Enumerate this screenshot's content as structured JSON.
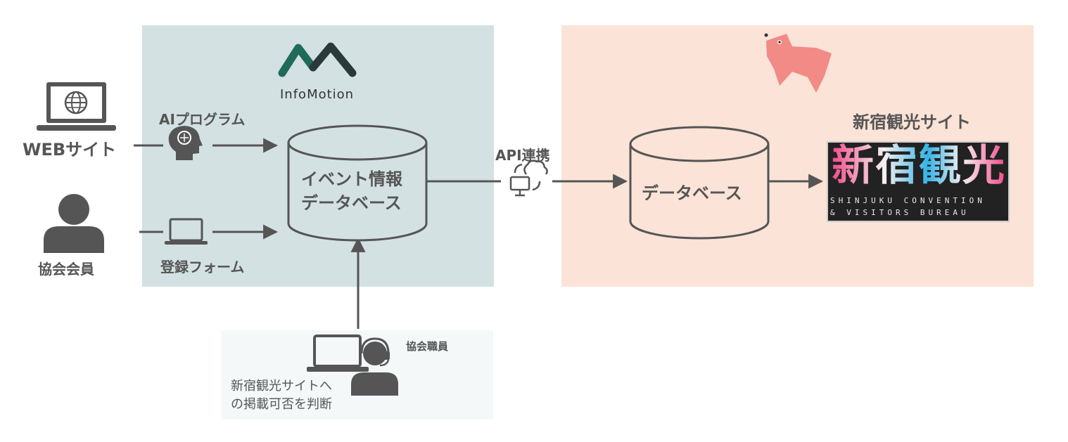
{
  "logo": {
    "brand": "InfoMotion"
  },
  "sources": {
    "website": "WEBサイト",
    "member": "協会会員",
    "ai_program": "AIプログラム",
    "register_form": "登録フォーム"
  },
  "center_db": {
    "line1": "イベント情報",
    "line2": "データベース"
  },
  "api": {
    "label": "API連携"
  },
  "right_db": {
    "label": "データベース"
  },
  "site": {
    "title": "新宿観光サイト",
    "logo_kanji": "新宿観光",
    "logo_en1": "SHINJUKU CONVENTION",
    "logo_en2": "& VISITORS BUREAU"
  },
  "staff": {
    "title": "協会職員",
    "desc1": "新宿観光サイトへ",
    "desc2": "の掲載可否を判断"
  },
  "colors": {
    "panel_left": "#d3e1e3",
    "panel_right": "#fbe3d7",
    "panel_bottom": "#f4f8f9",
    "line": "#555555",
    "logo_green": "#1f6b5a",
    "mascot": "#f28a86"
  }
}
